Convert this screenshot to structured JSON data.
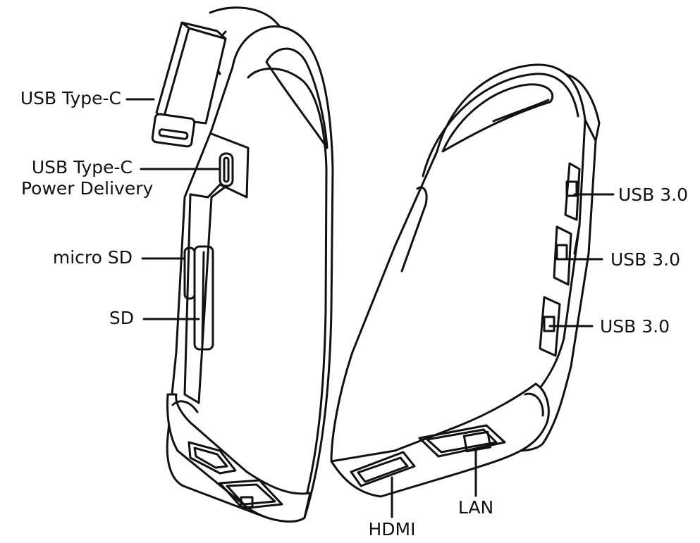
{
  "labels": {
    "usb_c": "USB Type-C",
    "usb_c_pd_line1": "USB Type-C",
    "usb_c_pd_line2": "Power Delivery",
    "micro_sd": "micro SD",
    "sd": "SD",
    "usb30_top": "USB 3.0",
    "usb30_middle": "USB 3.0",
    "usb30_bottom": "USB 3.0",
    "hdmi": "HDMI",
    "lan": "LAN"
  },
  "colors": {
    "line": "#111111",
    "body_fill": "#ffffff"
  }
}
